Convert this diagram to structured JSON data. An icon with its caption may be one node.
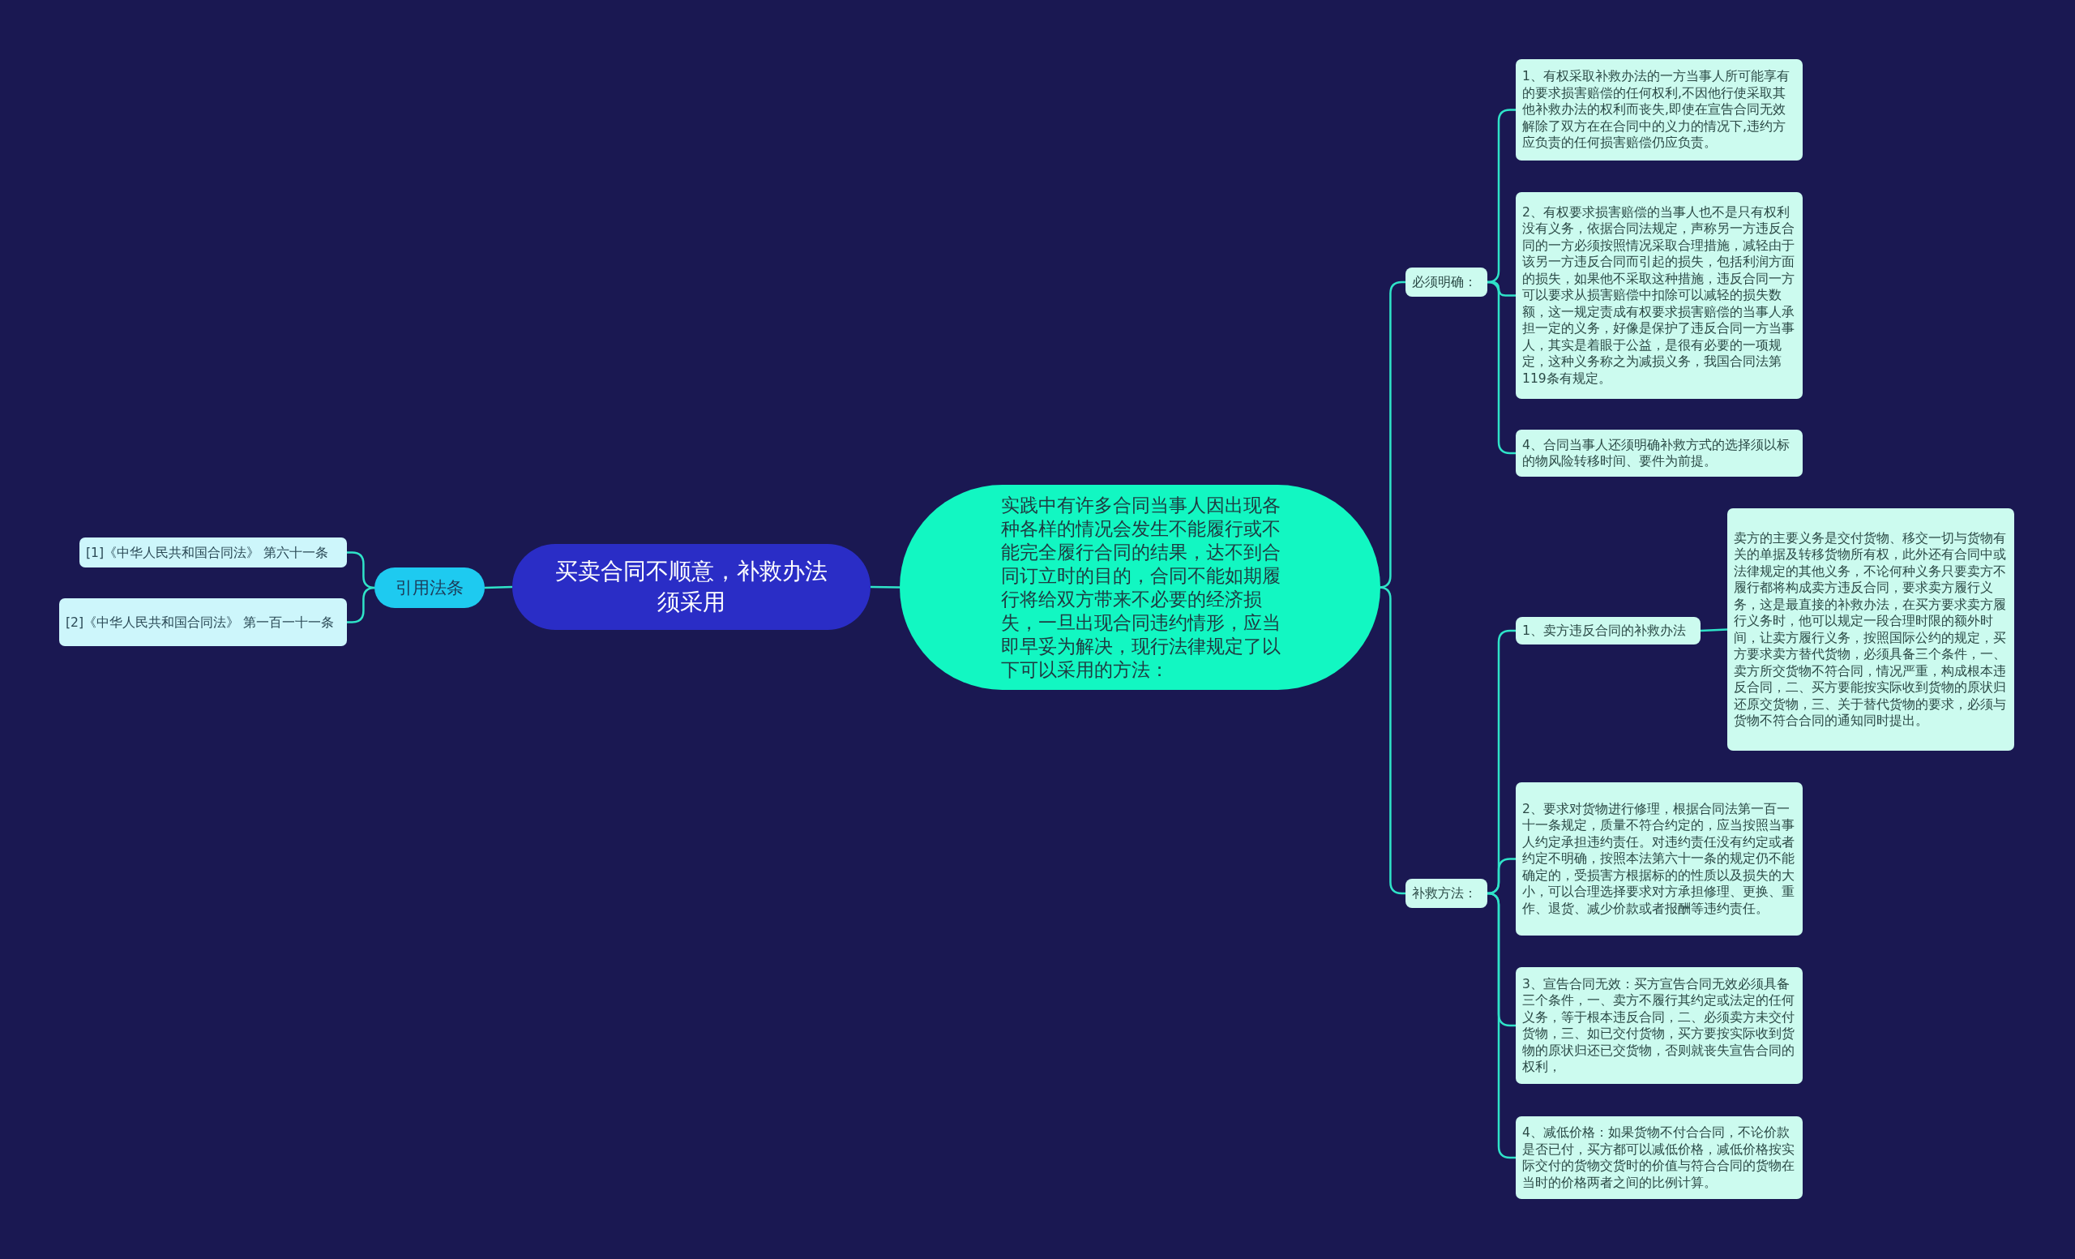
{
  "diagram": {
    "nodes": [
      {
        "text": [
          "买卖合同不顺意，补救办法须采用"
        ]
      },
      {
        "text": [
          "实践中有许多合同当事人因出现各种各样的情况会发生不能履行或不能完全履行合同的结果，达不到合同订立时的目的，合同不能如期履行将给双方带来不必要的经济损失，一旦出现合同违约情形，应当即早妥为解决，现行法律规定了以下可以采用的方法："
        ]
      },
      {
        "text": [
          "必须明确："
        ]
      },
      {
        "text": [
          "1、有权采取补救办法的一方当事人所可能享有的要求损害赔偿的任何权利,不因他行使采取其他补救办法的权利而丧失,即使在宣告合同无效解除了双方在在合同中的义力的情况下,违约方应负责的任何损害赔偿仍应负责。"
        ]
      },
      {
        "text": [
          "2、有权要求损害赔偿的当事人也不是只有权利没有义务，依据合同法规定，声称另一方违反合同的一方必须按照情况采取合理措施，减轻由于该另一方违反合同而引起的损失，包括利润方面的损失，如果他不采取这种措施，违反合同一方可以要求从损害赔偿中扣除可以减轻的损失数额，这一规定责成有权要求损害赔偿的当事人承担一定的义务，好像是保护了违反合同一方当事人，其实是着眼于公益，是很有必要的一项规定，这种义务称之为减损义务，我国合同法第119条有规定。"
        ]
      },
      {
        "text": [
          "4、合同当事人还须明确补救方式的选择须以标的物风险转移时间、要件为前提。"
        ]
      },
      {
        "text": [
          "补救方法："
        ]
      },
      {
        "text": [
          "1、卖方违反合同的补救办法"
        ]
      },
      {
        "text": [
          "卖方的主要义务是交付货物、移交一切与货物有关的单据及转移货物所有权，此外还有合同中或法律规定的其他义务，不论何种义务只要卖方不履行都将构成卖方违反合同，要求卖方履行义务，这是最直接的补救办法，在买方要求卖方履行义务时，他可以规定一段合理时限的额外时间，让卖方履行义务，按照国际公约的规定，买方要求卖方替代货物，必须具备三个条件，一、卖方所交货物不符合同，情况严重，构成根本违反合同，二、买方要能按实际收到货物的原状归还原交货物，三、关于替代货物的要求，必须与货物不符合合同的通知同时提出。"
        ]
      },
      {
        "text": [
          "2、要求对货物进行修理，根据合同法第一百一十一条规定，质量不符合约定的，应当按照当事人约定承担违约责任。对违约责任没有约定或者约定不明确，按照本法第六十一条的规定仍不能确定的，受损害方根据标的的性质以及损失的大小，可以合理选择要求对方承担修理、更换、重作、退货、减少价款或者报酬等违约责任。"
        ]
      },
      {
        "text": [
          "3、宣告合同无效：买方宣告合同无效必须具备三个条件，一、卖方不履行其约定或法定的任何义务，等于根本违反合同，二、必须卖方未交付货物，三、如已交付货物，买方要按实际收到货物的原状归还已交货物，否则就丧失宣告合同的权利，"
        ]
      },
      {
        "text": [
          "4、减低价格：如果货物不付合合同，不论价款是否已付，买方都可以减低价格，减低价格按实际交付的货物交货时的价值与符合合同的货物在当时的价格两者之间的比例计算。"
        ]
      },
      {
        "text": [
          "引用法条"
        ]
      },
      {
        "text": [
          "[1]《中华人民共和国合同法》 第六十一条"
        ]
      },
      {
        "text": [
          "[2]《中华人民共和国合同法》 第一百一十一条"
        ]
      }
    ],
    "edges": [
      {
        "from": 0,
        "to": 1,
        "arrow": "none"
      },
      {
        "from": 1,
        "to": 2,
        "arrow": "none"
      },
      {
        "from": 2,
        "to": 3,
        "arrow": "none"
      },
      {
        "from": 2,
        "to": 4,
        "arrow": "none"
      },
      {
        "from": 2,
        "to": 5,
        "arrow": "none"
      },
      {
        "from": 1,
        "to": 6,
        "arrow": "none"
      },
      {
        "from": 6,
        "to": 7,
        "arrow": "none"
      },
      {
        "from": 7,
        "to": 8,
        "arrow": "none"
      },
      {
        "from": 6,
        "to": 9,
        "arrow": "none"
      },
      {
        "from": 6,
        "to": 10,
        "arrow": "none"
      },
      {
        "from": 6,
        "to": 11,
        "arrow": "none"
      },
      {
        "from": 0,
        "to": 12,
        "arrow": "none"
      },
      {
        "from": 12,
        "to": 13,
        "arrow": "none"
      },
      {
        "from": 12,
        "to": 14,
        "arrow": "none"
      }
    ]
  }
}
